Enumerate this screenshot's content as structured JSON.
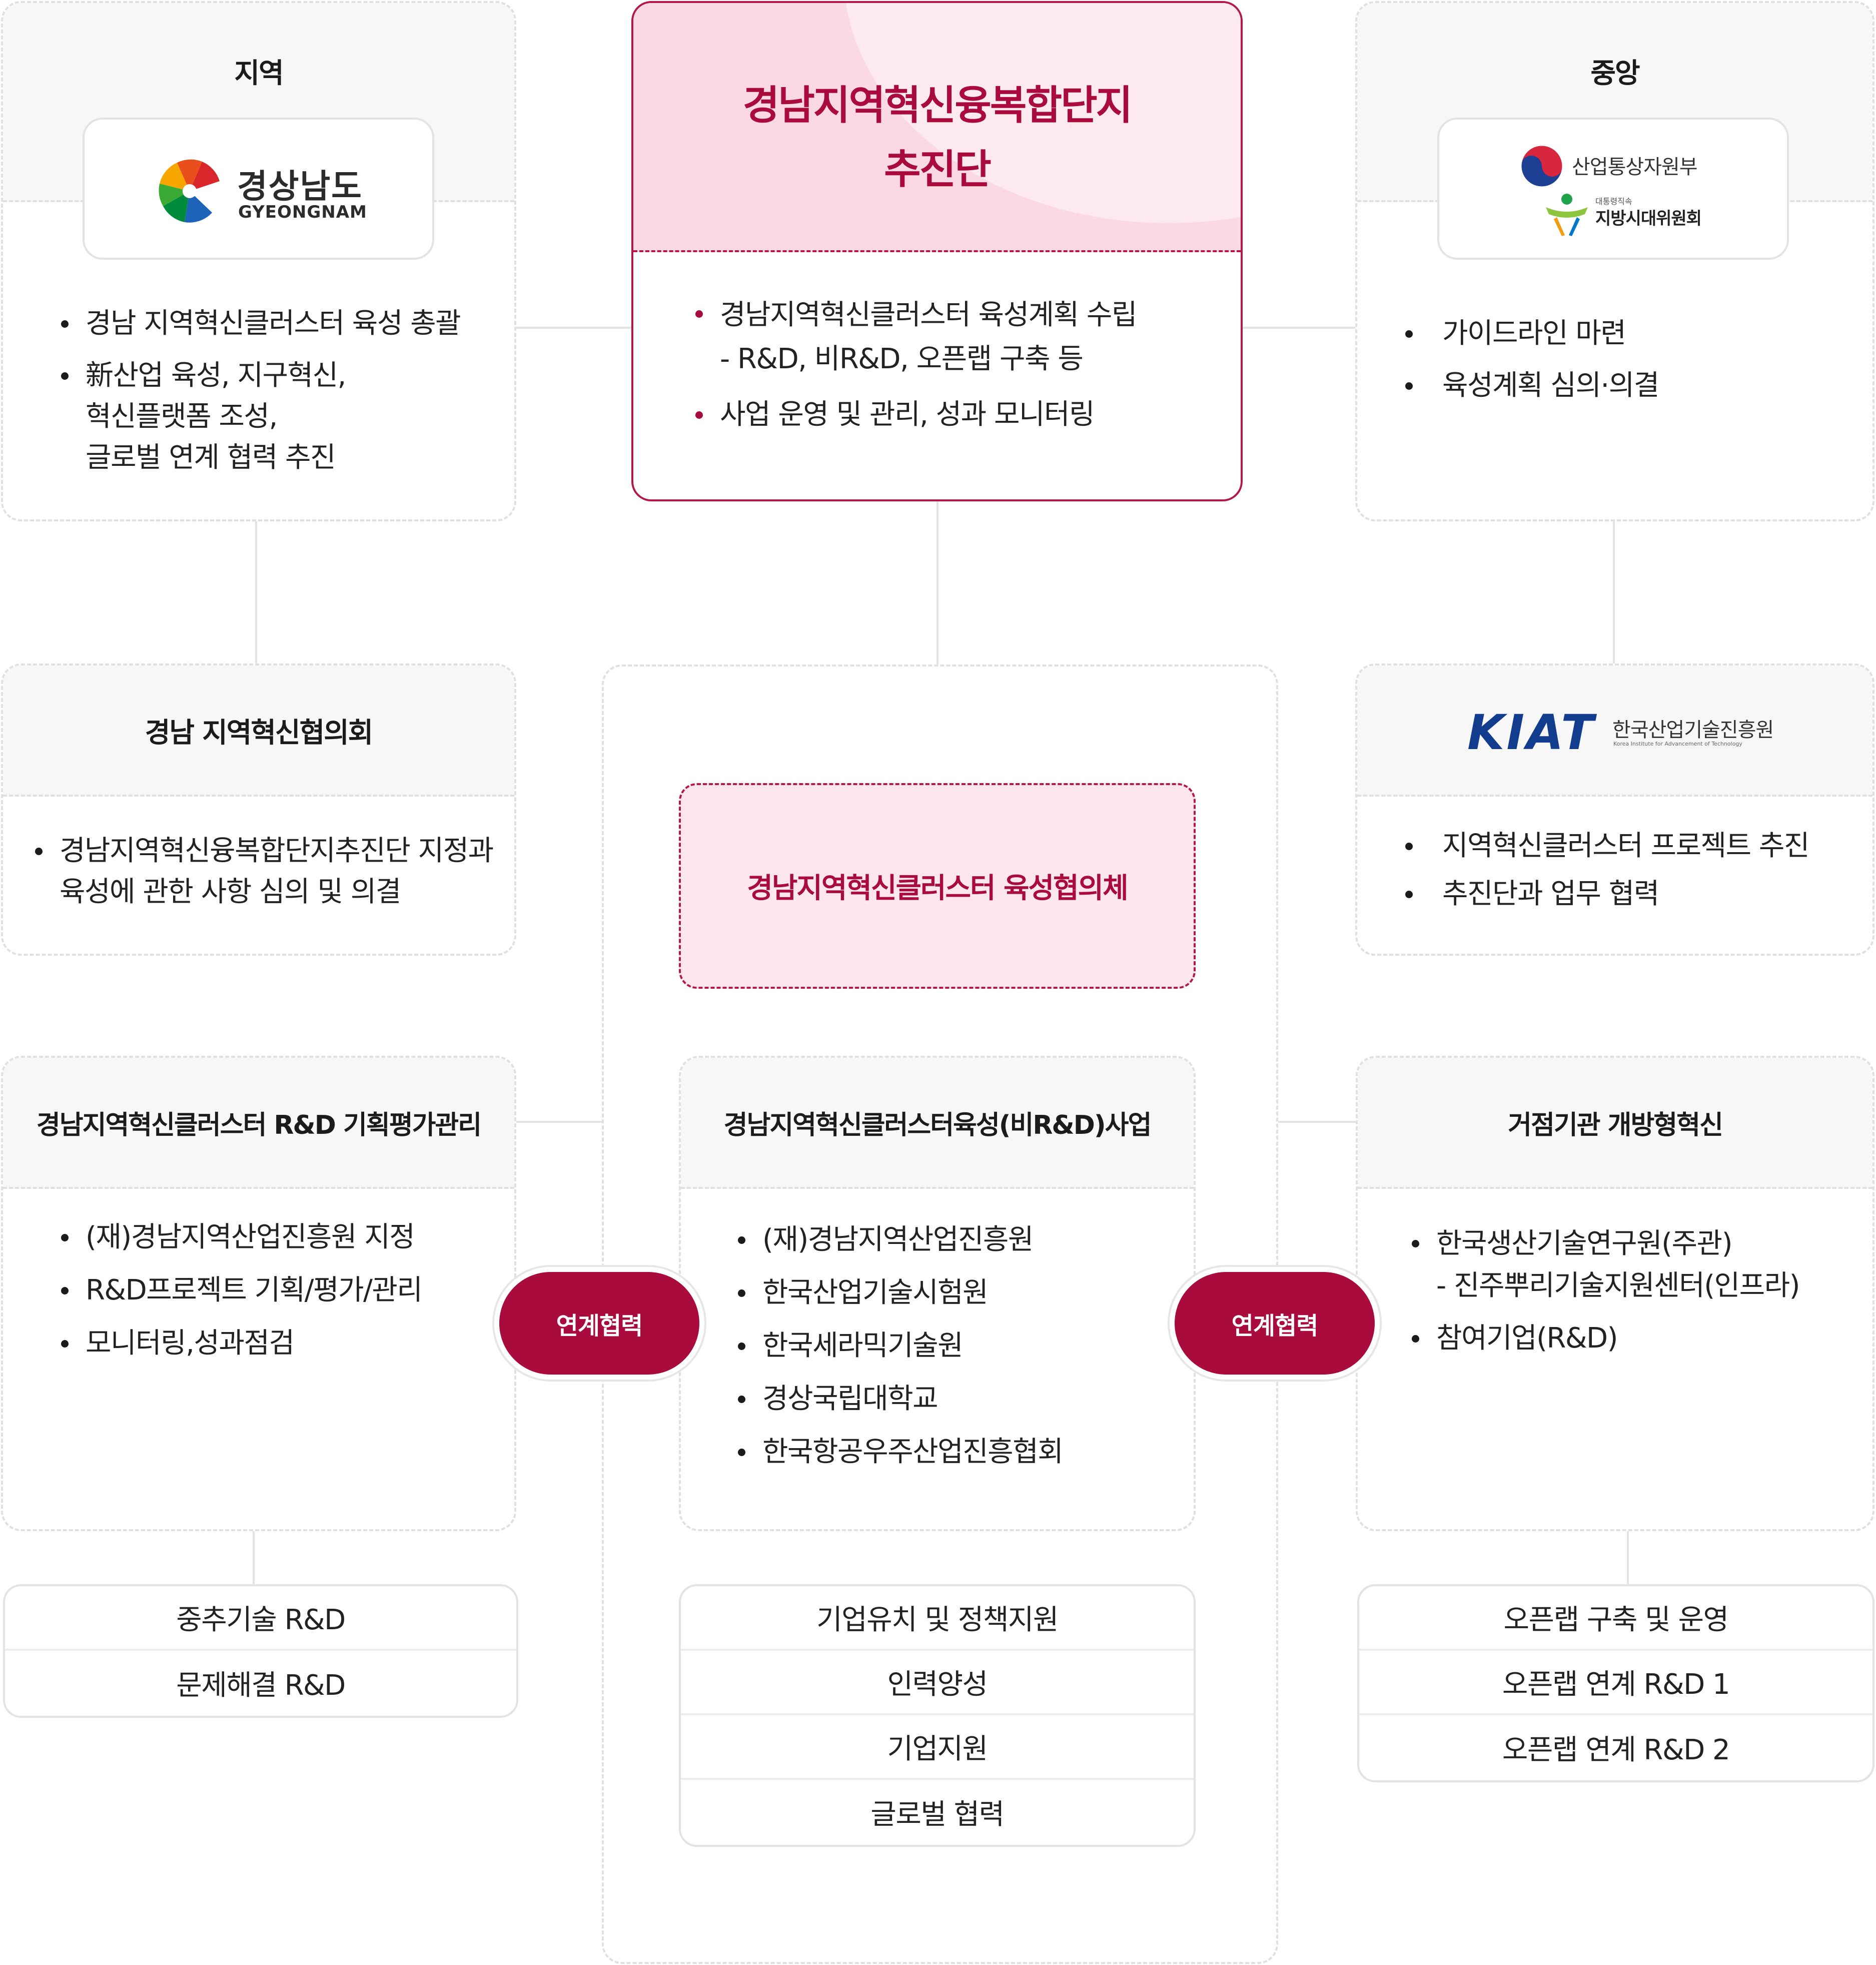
{
  "colors": {
    "accent": "#a80b3c",
    "pink_bg": "#fde6ee",
    "grey_head": "#f7f7f7"
  },
  "region": {
    "title": "지역",
    "logo": {
      "name": "경상남도",
      "sub": "GYEONGNAM"
    },
    "bullets": [
      "경남 지역혁신클러스터 육성 총괄",
      "新산업 육성, 지구혁신,\n혁신플랫폼 조성,\n글로벌 연계 협력 추진"
    ]
  },
  "hq": {
    "title_line1": "경남지역혁신융복합단지",
    "title_line2": "추진단",
    "bullets": [
      "경남지역혁신클러스터 육성계획 수립\n- R&D, 비R&D, 오픈랩 구축 등",
      "사업 운영 및 관리, 성과 모니터링"
    ]
  },
  "central": {
    "title": "중앙",
    "logo": {
      "ministry": "산업통상자원부",
      "committee_small": "대통령직속",
      "committee": "지방시대위원회"
    },
    "bullets": [
      "가이드라인 마련",
      "육성계획 심의·의결"
    ]
  },
  "council": {
    "title": "경남 지역혁신협의회",
    "bullets": [
      "경남지역혁신융복합단지추진단 지정과\n육성에 관한 사항 심의 및 의결"
    ]
  },
  "consortium": {
    "title": "경남지역혁신클러스터 육성협의체"
  },
  "kiat": {
    "logo": {
      "mark": "KIAT",
      "name": "한국산업기술진흥원",
      "sub": "Korea Institute for Advancement of Technology"
    },
    "bullets": [
      "지역혁신클러스터 프로젝트 추진",
      "추진단과 업무 협력"
    ]
  },
  "rnd": {
    "title": "경남지역혁신클러스터 R&D 기획평가관리",
    "bullets": [
      "(재)경남지역산업진흥원 지정",
      "R&D프로젝트 기획/평가/관리",
      "모니터링,성과점검"
    ],
    "stack": [
      "중추기술 R&D",
      "문제해결 R&D"
    ]
  },
  "nonrnd": {
    "title": "경남지역혁신클러스터육성(비R&D)사업",
    "bullets": [
      "(재)경남지역산업진흥원",
      "한국산업기술시험원",
      "한국세라믹기술원",
      "경상국립대학교",
      "한국항공우주산업진흥협회"
    ],
    "stack": [
      "기업유치 및 정책지원",
      "인력양성",
      "기업지원",
      "글로벌 협력"
    ]
  },
  "openlab": {
    "title": "거점기관 개방형혁신",
    "bullets": [
      "한국생산기술연구원(주관)\n- 진주뿌리기술지원센터(인프라)",
      "참여기업(R&D)"
    ],
    "stack": [
      "오픈랩 구축 및 운영",
      "오픈랩 연계 R&D 1",
      "오픈랩 연계 R&D 2"
    ]
  },
  "links": {
    "left": "연계협력",
    "right": "연계협력"
  }
}
